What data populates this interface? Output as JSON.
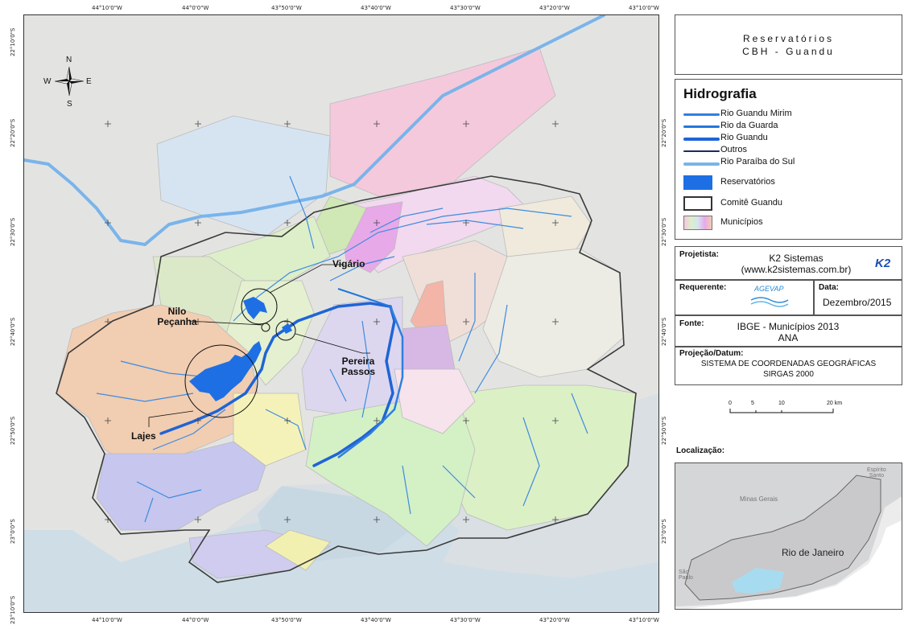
{
  "grid": {
    "top_lon": [
      "44°10'0\"W",
      "44°0'0\"W",
      "43°50'0\"W",
      "43°40'0\"W",
      "43°30'0\"W",
      "43°20'0\"W",
      "43°10'0\"W"
    ],
    "bottom_lon": [
      "44°10'0\"W",
      "44°0'0\"W",
      "43°50'0\"W",
      "43°40'0\"W",
      "43°30'0\"W",
      "43°20'0\"W",
      "43°10'0\"W"
    ],
    "left_lat": [
      "22°10'0\"S",
      "22°20'0\"S",
      "22°30'0\"S",
      "22°40'0\"S",
      "22°50'0\"S",
      "23°0'0\"S",
      "23°10'0\"S"
    ],
    "right_lat": [
      "22°20'0\"S",
      "22°30'0\"S",
      "22°40'0\"S",
      "22°50'0\"S",
      "23°0'0\"S"
    ]
  },
  "compass": {
    "n": "N",
    "s": "S",
    "e": "E",
    "w": "W"
  },
  "map_labels": {
    "vigario": "Vigário",
    "nilo_line1": "Nilo",
    "nilo_line2": "Peçanha",
    "pereira_line1": "Pereira",
    "pereira_line2": "Passos",
    "lajes": "Lajes"
  },
  "title": {
    "line1": "Reservatórios",
    "line2": "CBH - Guandu"
  },
  "legend": {
    "heading": "Hidrografia",
    "items": [
      {
        "label": "Rio Guandu Mirim",
        "color": "#2f7fe0"
      },
      {
        "label": "Rio da Guarda",
        "color": "#2277dd"
      },
      {
        "label": "Rio Guandu",
        "color": "#1f64d6"
      },
      {
        "label": "Outros",
        "color": "#1a2b5c"
      },
      {
        "label": "Rio Paraíba do Sul",
        "color": "#7ab4ea"
      }
    ],
    "reservoirs": "Reservatórios",
    "committee": "Comitê Guandu",
    "municipalities": "Municípios"
  },
  "projetista": {
    "label": "Projetista:",
    "name": "K2 Sistemas",
    "url": "(www.k2sistemas.com.br)",
    "logo": "K2"
  },
  "requerente": {
    "label": "Requerente:",
    "logo": "AGEVAP"
  },
  "data": {
    "label": "Data:",
    "value": "Dezembro/2015"
  },
  "fonte": {
    "label": "Fonte:",
    "line1": "IBGE - Municípios 2013",
    "line2": "ANA"
  },
  "projecao": {
    "label": "Projeção/Datum:",
    "line1": "SISTEMA DE COORDENADAS GEOGRÁFICAS",
    "line2": "SIRGAS 2000"
  },
  "scale": {
    "ticks": [
      "0",
      "5",
      "10",
      "20 km"
    ]
  },
  "localizacao": {
    "label": "Localização:",
    "places": {
      "es_line1": "Espírito",
      "es_line2": "Santo",
      "mg": "Minas Gerais",
      "rj": "Rio de Janeiro",
      "sp_line1": "São",
      "sp_line2": "Paulo"
    }
  }
}
